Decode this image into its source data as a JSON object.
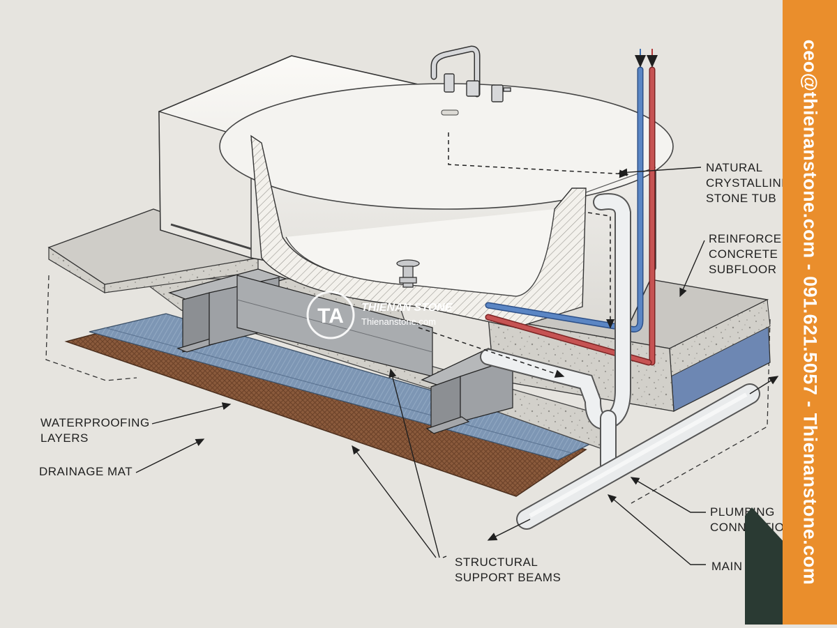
{
  "labels": {
    "tub": "NATURAL\nCRYSTALLINE\nSTONE TUB",
    "subfloor": "REINFORCE\nCONCRETE\nSUBFLOOR",
    "waterproofing": "WATERPROOFING\nLAYERS",
    "drainage": "DRAINAGE MAT",
    "beams": "STRUCTURAL\nSUPPORT BEAMS",
    "plumbing": "PLUMBING\nCONNECTIONS",
    "main": "MAIN"
  },
  "watermark": {
    "monogram": "TA",
    "brand": "THIENAN STONE",
    "site": "Thienanstone.com"
  },
  "contact": {
    "sidebar_text": "ceo@thienanstone.com - 091.621.5057 - Thienanstone.com"
  },
  "colors": {
    "background": "#e6e4df",
    "sidebar": "#ea8e2c",
    "corner": "#2a3a33",
    "hot_pipe": "#b23a3a",
    "cold_pipe": "#3f6fb0",
    "drainage_mat": "#8a5a3c",
    "waterproofing": "#7d96b4"
  }
}
